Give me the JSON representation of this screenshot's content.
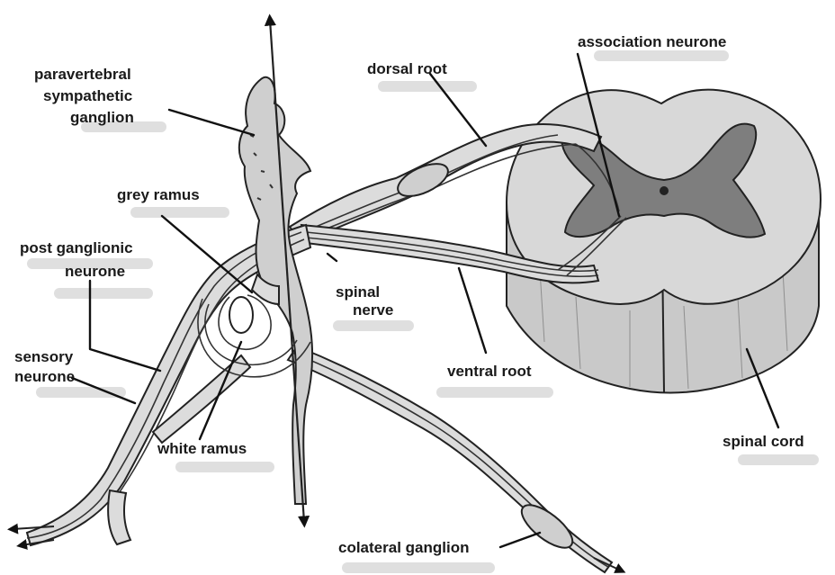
{
  "labels": {
    "paravertebral": [
      "paravertebral",
      "sympathetic",
      "ganglion"
    ],
    "dorsal_root": "dorsal root",
    "association_neurone": "association neurone",
    "grey_ramus": "grey ramus",
    "post_ganglionic": [
      "post ganglionic",
      "neurone"
    ],
    "spinal_nerve": [
      "spinal",
      "nerve"
    ],
    "sensory_neurone": [
      "sensory",
      "neurone"
    ],
    "ventral_root": "ventral root",
    "white_ramus": "white ramus",
    "spinal_cord": "spinal cord",
    "colateral_ganglion": "colateral ganglion"
  }
}
